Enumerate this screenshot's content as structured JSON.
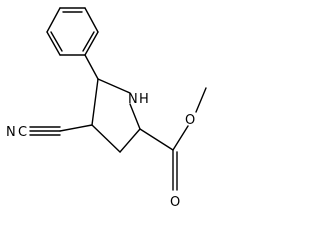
{
  "molecule": {
    "atoms": {
      "nitrogen_ring": "N",
      "hydrogen_nh": "H",
      "nitrogen_nitrile": "N",
      "carbon_nitrile": "C",
      "oxygen_carbonyl": "O",
      "oxygen_ester": "O"
    }
  },
  "colors": {
    "bond": "#000000",
    "background": "#ffffff"
  }
}
